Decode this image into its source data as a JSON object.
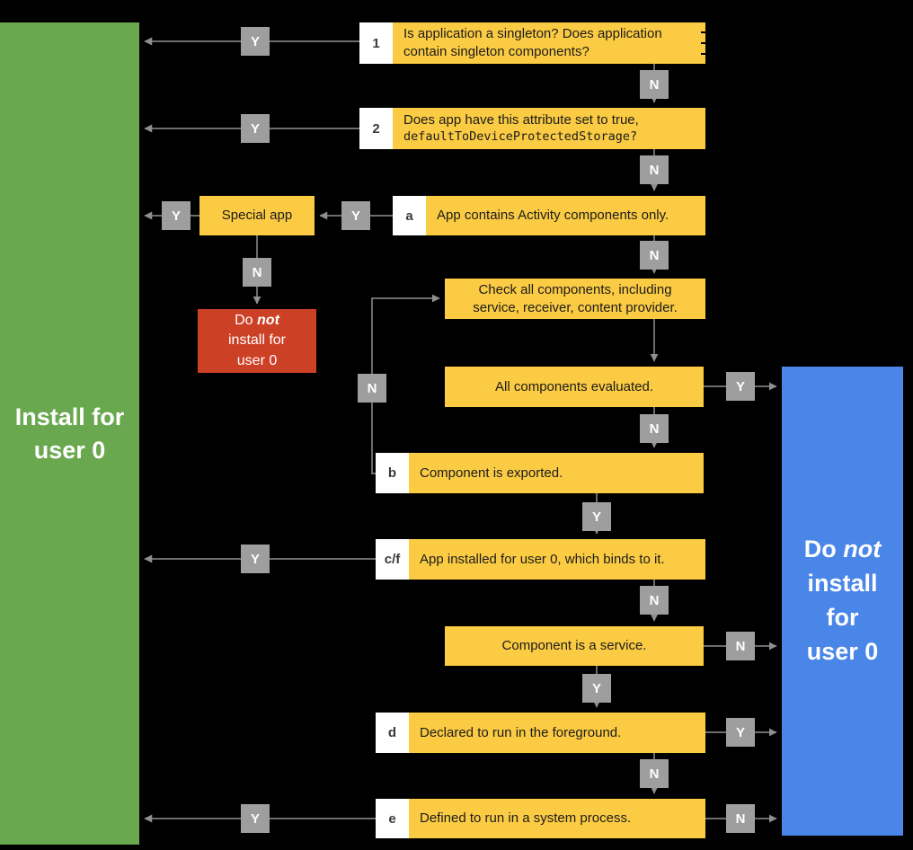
{
  "palette": {
    "green": "#6aa84f",
    "blue": "#4a86e8",
    "yellow": "#fbcb43",
    "red": "#cc4125",
    "gray": "#9e9e9e",
    "wire": "#8f8f8f"
  },
  "labels": {
    "yes": "Y",
    "no": "N"
  },
  "terminals": {
    "install_user0": {
      "line1": "Install for",
      "line2": "user 0"
    },
    "do_not_install": {
      "do": "Do",
      "not": "not",
      "install": "install",
      "for": "for",
      "user0": "user 0"
    }
  },
  "nodes": {
    "q1": {
      "id": "1",
      "line1": "Is application a singleton? Does application",
      "line2": "contain singleton components?"
    },
    "q2": {
      "id": "2",
      "line1": "Does app have this attribute set to true,",
      "line2_code": "defaultToDeviceProtectedStorage?"
    },
    "qa": {
      "id": "a",
      "text": "App contains Activity components only."
    },
    "special": {
      "text": "Special app"
    },
    "red": {
      "do": "Do",
      "not": "not",
      "line2": "install for",
      "line3": "user 0"
    },
    "check_all": {
      "line1": "Check all components, including",
      "line2": "service, receiver, content provider."
    },
    "evaluated": {
      "text": "All components evaluated."
    },
    "qb": {
      "id": "b",
      "text": "Component is exported."
    },
    "qcf": {
      "id": "c/f",
      "text": "App installed for user 0, which binds to it."
    },
    "service": {
      "text": "Component is a service."
    },
    "qd": {
      "id": "d",
      "text": "Declared to run in the foreground."
    },
    "qe": {
      "id": "e",
      "text": "Defined to run in a system process."
    }
  }
}
